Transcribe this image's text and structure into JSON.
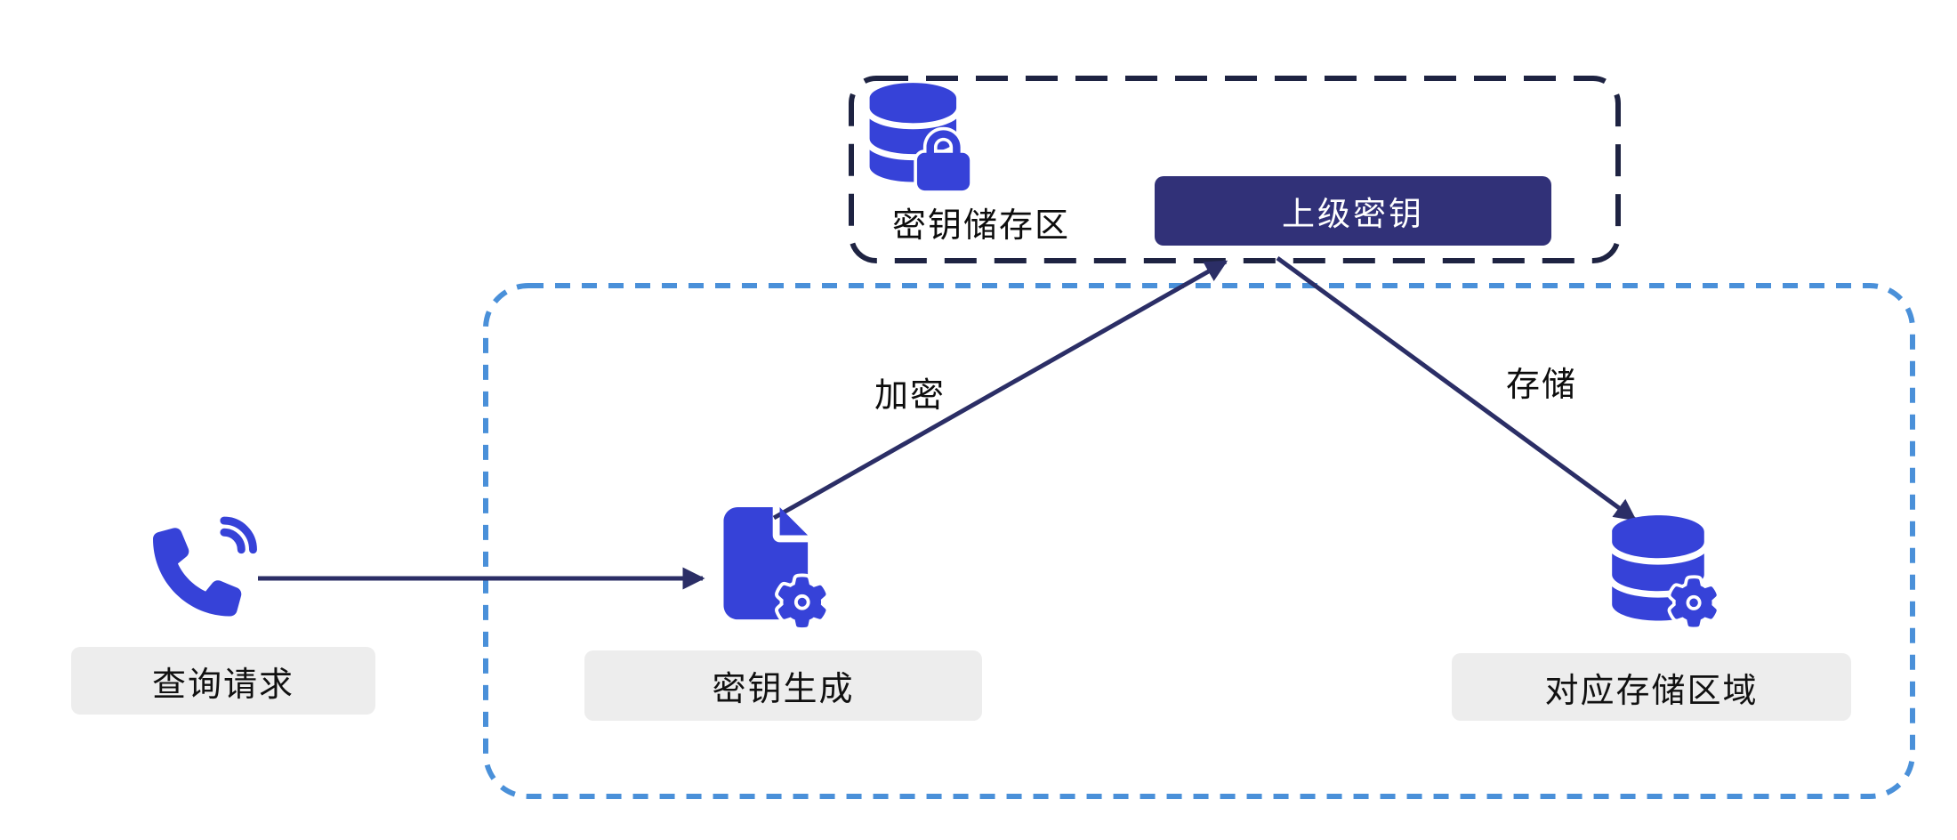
{
  "diagram": {
    "key_store_group": {
      "icon": "database-lock-icon",
      "label": "密钥储存区",
      "master_key_label": "上级密钥"
    },
    "nodes": {
      "query": {
        "icon": "phone-icon",
        "label": "查询请求"
      },
      "keygen": {
        "icon": "file-gear-icon",
        "label": "密钥生成"
      },
      "storage": {
        "icon": "database-gear-icon",
        "label": "对应存储区域"
      }
    },
    "edges": {
      "query_to_keygen": {
        "label": ""
      },
      "keygen_to_master": {
        "label": "加密"
      },
      "master_to_storage": {
        "label": "存储"
      }
    },
    "colors": {
      "icon_blue": "#3642d8",
      "master_key_box": "#313178",
      "arrow": "#2b2e66",
      "outer_dashed_border": "#4a90d9",
      "inner_dashed_border": "#1e2342",
      "node_label_bg": "#ededed",
      "text": "#111111"
    }
  }
}
